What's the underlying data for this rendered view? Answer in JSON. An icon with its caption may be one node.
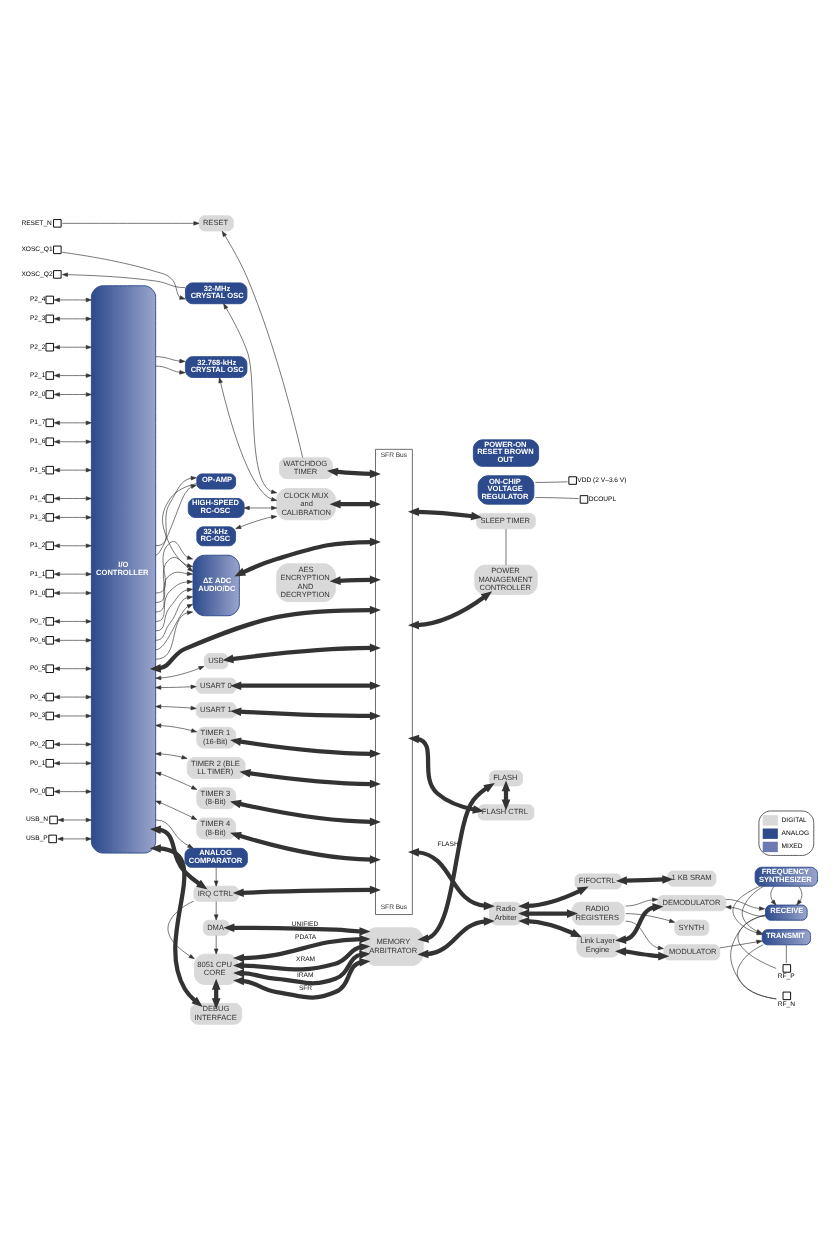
{
  "diagram": {
    "nodes": [
      {
        "text": [
          "RESET_N"
        ]
      },
      {
        "text": [
          "RESET"
        ]
      },
      {
        "text": [
          "WATCHDOG TIMER"
        ]
      },
      {
        "text": [
          "ON-CHIP VOLTAGE REGULATOR"
        ]
      },
      {
        "text": [
          "VDD (2 V–3.6 V)"
        ]
      },
      {
        "text": [
          "DCOUPL"
        ]
      },
      {
        "text": [
          "XOSC_Q2"
        ]
      },
      {
        "text": [
          "XOSC_Q1"
        ]
      },
      {
        "text": [
          "32-MHz CRYSTAL OSC"
        ]
      },
      {
        "text": [
          "CLOCK MUX and CALIBRATION"
        ]
      },
      {
        "text": [
          "POWER-ON RESET BROWN OUT"
        ]
      },
      {
        "text": [
          "P2_4"
        ]
      },
      {
        "text": [
          "P2_3"
        ]
      },
      {
        "text": [
          "P2_2"
        ]
      },
      {
        "text": [
          "P2_1"
        ]
      },
      {
        "text": [
          "P2_0"
        ]
      },
      {
        "text": [
          "I/O CONTROLLER"
        ]
      },
      {
        "text": [
          "32.768-kHz CRYSTAL OSC"
        ]
      },
      {
        "text": [
          "HIGH-SPEED RC-OSC"
        ]
      },
      {
        "text": [
          "32-kHz RC-OSC"
        ]
      },
      {
        "text": [
          "SFR Bus",
          "SFR Bus"
        ]
      },
      {
        "text": [
          "SLEEP TIMER"
        ]
      },
      {
        "text": [
          "DEBUG INTERFACE"
        ]
      },
      {
        "text": [
          "POWER MANAGEMENT CONTROLLER"
        ]
      },
      {
        "text": [
          "P1_7"
        ]
      },
      {
        "text": [
          "P1_6"
        ]
      },
      {
        "text": [
          "P1_5"
        ]
      },
      {
        "text": [
          "P1_4"
        ]
      },
      {
        "text": [
          "P1_3"
        ]
      },
      {
        "text": [
          "P1_2"
        ]
      },
      {
        "text": [
          "P1_1"
        ]
      },
      {
        "text": [
          "P1_0"
        ]
      },
      {
        "text": [
          "8051 CPU CORE"
        ]
      },
      {
        "text": [
          "MEMORY ARBITRATOR"
        ]
      },
      {
        "text": [
          "FLASH"
        ]
      },
      {
        "text": [
          "DMA"
        ]
      },
      {
        "text": [
          "IRQ CTRL"
        ]
      },
      {
        "text": [
          "FLASH CTRL"
        ]
      },
      {
        "text": [
          "P0_7"
        ]
      },
      {
        "text": [
          "P0_6"
        ]
      },
      {
        "text": [
          "P0_5"
        ]
      },
      {
        "text": [
          "P0_4"
        ]
      },
      {
        "text": [
          "P0_3"
        ]
      },
      {
        "text": [
          "P0_2"
        ]
      },
      {
        "text": [
          "P0_1"
        ]
      },
      {
        "text": [
          "P0_0"
        ]
      },
      {
        "text": [
          "ANALOG COMPARATOR"
        ]
      },
      {
        "text": [
          "FIFOCTRL"
        ]
      },
      {
        "text": [
          "1 KB SRAM"
        ]
      },
      {
        "text": [
          "OP-AMP"
        ]
      },
      {
        "text": [
          "Radio Arbiter"
        ]
      },
      {
        "text": [
          "RADIO REGISTERS"
        ]
      },
      {
        "text": [
          "ΔΣ ADC AUDIO/DC"
        ]
      },
      {
        "text": [
          "AES ENCRYPTION AND DECRYPTION"
        ]
      },
      {
        "text": [
          "Link Layer Engine"
        ]
      },
      {
        "text": [
          "DEMODULATOR"
        ]
      },
      {
        "text": [
          "SYNTH"
        ]
      },
      {
        "text": [
          "MODULATOR"
        ]
      },
      {
        "text": [
          "USB_N"
        ]
      },
      {
        "text": [
          "USB_P"
        ]
      },
      {
        "text": [
          "USB"
        ]
      },
      {
        "text": [
          "RECEIVE"
        ]
      },
      {
        "text": [
          "FREQUENCY SYNTHESIZER"
        ]
      },
      {
        "text": [
          "TRANSMIT"
        ]
      },
      {
        "text": [
          "USART 0"
        ]
      },
      {
        "text": [
          "USART 1"
        ]
      },
      {
        "text": [
          "TIMER 1 (16-Bit)"
        ]
      },
      {
        "text": [
          "TIMER 2 (BLE LL TIMER)"
        ]
      },
      {
        "text": [
          "TIMER 3 (8-Bit)"
        ]
      },
      {
        "text": [
          "TIMER 4 (8-Bit)"
        ]
      },
      {
        "text": [
          "RF_P"
        ]
      },
      {
        "text": [
          "RF_N"
        ]
      }
    ],
    "edges": [
      {
        "from": 0,
        "to": 1,
        "arrow": "to"
      },
      {
        "from": 2,
        "to": 1,
        "arrow": "to"
      },
      {
        "from": 2,
        "to": 20,
        "arrow": "both",
        "style": "thick"
      },
      {
        "from": 3,
        "to": 4,
        "arrow": "none"
      },
      {
        "from": 3,
        "to": 5,
        "arrow": "none"
      },
      {
        "from": 8,
        "to": 6,
        "arrow": "to"
      },
      {
        "from": 7,
        "to": 8,
        "arrow": "to"
      },
      {
        "from": 8,
        "to": 9,
        "arrow": "both"
      },
      {
        "from": 9,
        "to": 20,
        "arrow": "both",
        "style": "thick"
      },
      {
        "from": 11,
        "to": 16,
        "arrow": "both"
      },
      {
        "from": 12,
        "to": 16,
        "arrow": "both"
      },
      {
        "from": 13,
        "to": 16,
        "arrow": "both"
      },
      {
        "from": 14,
        "to": 16,
        "arrow": "both"
      },
      {
        "from": 15,
        "to": 16,
        "arrow": "both"
      },
      {
        "from": 16,
        "to": 17,
        "arrow": "to"
      },
      {
        "from": 16,
        "to": 17,
        "arrow": "to"
      },
      {
        "from": 17,
        "to": 9,
        "arrow": "both"
      },
      {
        "from": 18,
        "to": 9,
        "arrow": "both"
      },
      {
        "from": 19,
        "to": 9,
        "arrow": "both"
      },
      {
        "from": 16,
        "to": 22,
        "arrow": "both",
        "style": "thick"
      },
      {
        "from": 32,
        "to": 22,
        "arrow": "both",
        "style": "thick"
      },
      {
        "from": 20,
        "to": 21,
        "arrow": "both",
        "style": "thick"
      },
      {
        "from": 20,
        "to": 23,
        "arrow": "both",
        "style": "thick"
      },
      {
        "from": 21,
        "to": 23,
        "arrow": "none"
      },
      {
        "from": 24,
        "to": 16,
        "arrow": "both"
      },
      {
        "from": 25,
        "to": 16,
        "arrow": "both"
      },
      {
        "from": 26,
        "to": 16,
        "arrow": "both"
      },
      {
        "from": 27,
        "to": 16,
        "arrow": "both"
      },
      {
        "from": 28,
        "to": 16,
        "arrow": "both"
      },
      {
        "from": 29,
        "to": 16,
        "arrow": "both"
      },
      {
        "from": 30,
        "to": 16,
        "arrow": "both"
      },
      {
        "from": 31,
        "to": 16,
        "arrow": "both"
      },
      {
        "from": 32,
        "to": 33,
        "arrow": "both",
        "style": "thick",
        "label": "PDATA"
      },
      {
        "from": 32,
        "to": 33,
        "arrow": "both",
        "style": "thick",
        "label": "XRAM"
      },
      {
        "from": 32,
        "to": 33,
        "arrow": "both",
        "style": "thick",
        "label": "IRAM"
      },
      {
        "from": 32,
        "to": 33,
        "arrow": "both",
        "style": "thick",
        "label": "SFR"
      },
      {
        "from": 33,
        "to": 34,
        "arrow": "both",
        "style": "thick",
        "label": "FLASH"
      },
      {
        "from": 35,
        "to": 32,
        "arrow": "to"
      },
      {
        "from": 35,
        "to": 33,
        "arrow": "both",
        "style": "thick",
        "label": "UNIFIED"
      },
      {
        "from": 16,
        "to": 46,
        "arrow": "to"
      },
      {
        "from": 46,
        "to": 36,
        "arrow": "to"
      },
      {
        "from": 36,
        "to": 35,
        "arrow": "to"
      },
      {
        "from": 36,
        "to": 32,
        "arrow": "to"
      },
      {
        "from": 16,
        "to": 36,
        "arrow": "both",
        "style": "thick"
      },
      {
        "from": 36,
        "to": 20,
        "arrow": "both",
        "style": "thick"
      },
      {
        "from": 20,
        "to": 37,
        "arrow": "both",
        "style": "thick"
      },
      {
        "from": 34,
        "to": 37,
        "arrow": "both",
        "style": "thick"
      },
      {
        "from": 33,
        "to": 50,
        "arrow": "both",
        "style": "thick"
      },
      {
        "from": 38,
        "to": 16,
        "arrow": "both"
      },
      {
        "from": 39,
        "to": 16,
        "arrow": "both"
      },
      {
        "from": 40,
        "to": 16,
        "arrow": "both"
      },
      {
        "from": 41,
        "to": 16,
        "arrow": "both"
      },
      {
        "from": 42,
        "to": 16,
        "arrow": "both"
      },
      {
        "from": 43,
        "to": 16,
        "arrow": "both"
      },
      {
        "from": 44,
        "to": 16,
        "arrow": "both"
      },
      {
        "from": 45,
        "to": 16,
        "arrow": "both"
      },
      {
        "from": 20,
        "to": 50,
        "arrow": "both",
        "style": "thick"
      },
      {
        "from": 50,
        "to": 47,
        "arrow": "both",
        "style": "thick"
      },
      {
        "from": 47,
        "to": 48,
        "arrow": "both",
        "style": "thick"
      },
      {
        "from": 16,
        "to": 49,
        "arrow": "to"
      },
      {
        "from": 16,
        "to": 49,
        "arrow": "to"
      },
      {
        "from": 49,
        "to": 52,
        "arrow": "to"
      },
      {
        "from": 50,
        "to": 51,
        "arrow": "both",
        "style": "thick"
      },
      {
        "from": 50,
        "to": 54,
        "arrow": "both",
        "style": "thick"
      },
      {
        "from": 16,
        "to": 52,
        "arrow": "to"
      },
      {
        "from": 16,
        "to": 52,
        "arrow": "to"
      },
      {
        "from": 16,
        "to": 52,
        "arrow": "to"
      },
      {
        "from": 16,
        "to": 52,
        "arrow": "to"
      },
      {
        "from": 16,
        "to": 52,
        "arrow": "to"
      },
      {
        "from": 16,
        "to": 52,
        "arrow": "to"
      },
      {
        "from": 16,
        "to": 52,
        "arrow": "to"
      },
      {
        "from": 16,
        "to": 52,
        "arrow": "to"
      },
      {
        "from": 52,
        "to": 20,
        "arrow": "both",
        "style": "thick"
      },
      {
        "from": 53,
        "to": 20,
        "arrow": "both",
        "style": "thick"
      },
      {
        "from": 51,
        "to": 55,
        "arrow": "to"
      },
      {
        "from": 51,
        "to": 56,
        "arrow": "to"
      },
      {
        "from": 51,
        "to": 57,
        "arrow": "to"
      },
      {
        "from": 54,
        "to": 55,
        "arrow": "both",
        "style": "thick"
      },
      {
        "from": 54,
        "to": 57,
        "arrow": "both",
        "style": "thick"
      },
      {
        "from": 16,
        "to": 20,
        "arrow": "both",
        "style": "thick"
      },
      {
        "from": 58,
        "to": 16,
        "arrow": "both"
      },
      {
        "from": 59,
        "to": 16,
        "arrow": "both"
      },
      {
        "from": 16,
        "to": 60,
        "arrow": "both"
      },
      {
        "from": 60,
        "to": 20,
        "arrow": "both",
        "style": "thick"
      },
      {
        "from": 55,
        "to": 61,
        "arrow": "to"
      },
      {
        "from": 61,
        "to": 55,
        "arrow": "to"
      },
      {
        "from": 57,
        "to": 63,
        "arrow": "to"
      },
      {
        "from": 16,
        "to": 64,
        "arrow": "both"
      },
      {
        "from": 64,
        "to": 20,
        "arrow": "both",
        "style": "thick"
      },
      {
        "from": 16,
        "to": 65,
        "arrow": "both"
      },
      {
        "from": 65,
        "to": 20,
        "arrow": "both",
        "style": "thick"
      },
      {
        "from": 16,
        "to": 66,
        "arrow": "both"
      },
      {
        "from": 66,
        "to": 20,
        "arrow": "both",
        "style": "thick"
      },
      {
        "from": 16,
        "to": 67,
        "arrow": "both"
      },
      {
        "from": 67,
        "to": 20,
        "arrow": "both",
        "style": "thick"
      },
      {
        "from": 16,
        "to": 68,
        "arrow": "both"
      },
      {
        "from": 68,
        "to": 20,
        "arrow": "both",
        "style": "thick"
      },
      {
        "from": 16,
        "to": 69,
        "arrow": "both"
      },
      {
        "from": 69,
        "to": 20,
        "arrow": "both",
        "style": "thick"
      },
      {
        "from": 62,
        "to": 61,
        "arrow": "to"
      },
      {
        "from": 62,
        "to": 61,
        "arrow": "to"
      },
      {
        "from": 62,
        "to": 63,
        "arrow": "to"
      },
      {
        "from": 62,
        "to": 63,
        "arrow": "to"
      },
      {
        "from": 61,
        "to": 70,
        "arrow": "none"
      },
      {
        "from": 61,
        "to": 71,
        "arrow": "none"
      },
      {
        "from": 63,
        "to": 70,
        "arrow": "none"
      },
      {
        "from": 63,
        "to": 71,
        "arrow": "none"
      }
    ],
    "legend": [
      {
        "text": "DIGITAL",
        "color": "#d9d9d9"
      },
      {
        "text": "ANALOG",
        "color": "#2c4a8c"
      },
      {
        "text": "MIXED",
        "color": "#6d7ab2"
      }
    ]
  }
}
